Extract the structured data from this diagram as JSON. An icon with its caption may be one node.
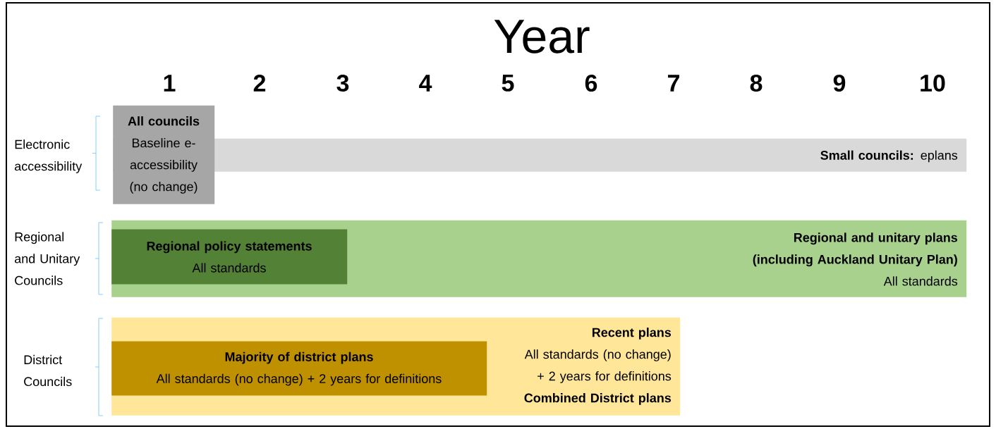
{
  "diagram": {
    "title": "Year",
    "nodes": [
      {
        "text": [
          "**Small councils:** eplans"
        ]
      },
      {
        "text": [
          "All councils",
          "Baseline e-accessibility (no change)"
        ]
      },
      {
        "text": [
          "Regional and unitary plans (including Auckland Unitary Plan)",
          "All standards"
        ]
      },
      {
        "text": [
          "Regional policy statements",
          "All standards"
        ],
        "in": 2
      },
      {
        "text": [
          "Recent plans",
          "All standards (no change) + 2 years for definitions",
          "Combined District plans"
        ]
      },
      {
        "text": [
          "Majority of district plans",
          "All standards (no change) + 2 years for definitions"
        ],
        "in": 4
      }
    ],
    "labels": [
      "1",
      "2",
      "3",
      "4",
      "5",
      "6",
      "7",
      "8",
      "9",
      "10",
      "Electronic accessibility",
      "Regional and Unitary Councils",
      "District Councils"
    ]
  }
}
